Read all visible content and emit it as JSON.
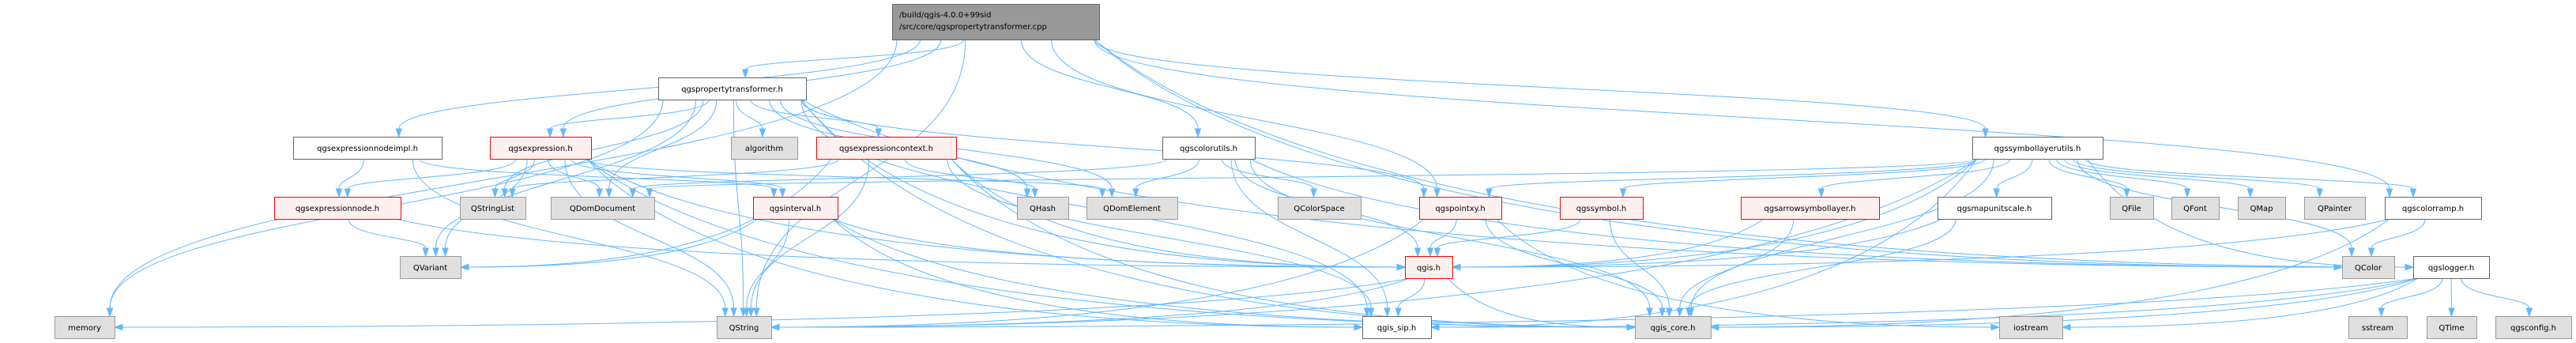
{
  "graph": {
    "type": "include-dependency-graph",
    "edge_color": "#63b8ff",
    "colors": {
      "root_fill": "#999999",
      "root_border": "#666666",
      "internal_fill": "#ffffff",
      "internal_border": "#666666",
      "missing_fill": "#fff0f0",
      "missing_border": "#ff0000",
      "external_fill": "#e0e0e0",
      "external_border": "#999999"
    },
    "nodes": [
      {
        "id": "root",
        "label": [
          "/build/qgis-4.0.0+99sid",
          "/src/core/qgspropertytransformer.cpp"
        ],
        "kind": "root"
      },
      {
        "id": "qgspropertytransformer_h",
        "label": [
          "qgspropertytransformer.h"
        ],
        "kind": "internal"
      },
      {
        "id": "qgsexpressionnodeimpl_h",
        "label": [
          "qgsexpressionnodeimpl.h"
        ],
        "kind": "internal"
      },
      {
        "id": "qgsexpression_h",
        "label": [
          "qgsexpression.h"
        ],
        "kind": "missing"
      },
      {
        "id": "algorithm",
        "label": [
          "algorithm"
        ],
        "kind": "external"
      },
      {
        "id": "qgsexpressioncontext_h",
        "label": [
          "qgsexpressioncontext.h"
        ],
        "kind": "missing"
      },
      {
        "id": "qgscolorutils_h",
        "label": [
          "qgscolorutils.h"
        ],
        "kind": "internal"
      },
      {
        "id": "qgssymbollayerutils_h",
        "label": [
          "qgssymbollayerutils.h"
        ],
        "kind": "internal"
      },
      {
        "id": "qgsexpressionnode_h",
        "label": [
          "qgsexpressionnode.h"
        ],
        "kind": "missing"
      },
      {
        "id": "QStringList",
        "label": [
          "QStringList"
        ],
        "kind": "external"
      },
      {
        "id": "QDomDocument",
        "label": [
          "QDomDocument"
        ],
        "kind": "external"
      },
      {
        "id": "qgsinterval_h",
        "label": [
          "qgsinterval.h"
        ],
        "kind": "missing"
      },
      {
        "id": "QHash",
        "label": [
          "QHash"
        ],
        "kind": "external"
      },
      {
        "id": "QDomElement",
        "label": [
          "QDomElement"
        ],
        "kind": "external"
      },
      {
        "id": "QColorSpace",
        "label": [
          "QColorSpace"
        ],
        "kind": "external"
      },
      {
        "id": "qgspointxy_h",
        "label": [
          "qgspointxy.h"
        ],
        "kind": "missing"
      },
      {
        "id": "qgssymbol_h",
        "label": [
          "qgssymbol.h"
        ],
        "kind": "missing"
      },
      {
        "id": "qgsarrowsymbollayer_h",
        "label": [
          "qgsarrowsymbollayer.h"
        ],
        "kind": "missing"
      },
      {
        "id": "qgsmapunitscale_h",
        "label": [
          "qgsmapunitscale.h"
        ],
        "kind": "internal"
      },
      {
        "id": "QFile",
        "label": [
          "QFile"
        ],
        "kind": "external"
      },
      {
        "id": "QFont",
        "label": [
          "QFont"
        ],
        "kind": "external"
      },
      {
        "id": "QMap",
        "label": [
          "QMap"
        ],
        "kind": "external"
      },
      {
        "id": "QPainter",
        "label": [
          "QPainter"
        ],
        "kind": "external"
      },
      {
        "id": "qgscolorramp_h",
        "label": [
          "qgscolorramp.h"
        ],
        "kind": "internal"
      },
      {
        "id": "QVariant",
        "label": [
          "QVariant"
        ],
        "kind": "external"
      },
      {
        "id": "qgis_h",
        "label": [
          "qgis.h"
        ],
        "kind": "missing"
      },
      {
        "id": "QColor",
        "label": [
          "QColor"
        ],
        "kind": "external"
      },
      {
        "id": "qgslogger_h",
        "label": [
          "qgslogger.h"
        ],
        "kind": "internal"
      },
      {
        "id": "memory",
        "label": [
          "memory"
        ],
        "kind": "external"
      },
      {
        "id": "QString",
        "label": [
          "QString"
        ],
        "kind": "external"
      },
      {
        "id": "qgis_sip_h",
        "label": [
          "qgis_sip.h"
        ],
        "kind": "internal"
      },
      {
        "id": "qgis_core_h",
        "label": [
          "qgis_core.h"
        ],
        "kind": "external"
      },
      {
        "id": "iostream",
        "label": [
          "iostream"
        ],
        "kind": "external"
      },
      {
        "id": "sstream",
        "label": [
          "sstream"
        ],
        "kind": "external"
      },
      {
        "id": "QTime",
        "label": [
          "QTime"
        ],
        "kind": "external"
      },
      {
        "id": "qgsconfig_h",
        "label": [
          "qgsconfig.h"
        ],
        "kind": "external"
      }
    ],
    "edges": [
      [
        "root",
        "qgspropertytransformer_h"
      ],
      [
        "root",
        "qgsexpressionnodeimpl_h"
      ],
      [
        "root",
        "qgsexpression_h"
      ],
      [
        "root",
        "qgscolorutils_h"
      ],
      [
        "root",
        "qgspointxy_h"
      ],
      [
        "root",
        "qgssymbollayerutils_h"
      ],
      [
        "root",
        "qgscolorramp_h"
      ],
      [
        "root",
        "qgslogger_h"
      ],
      [
        "root",
        "QColor"
      ],
      [
        "root",
        "memory"
      ],
      [
        "root",
        "QString"
      ],
      [
        "qgspropertytransformer_h",
        "qgsexpression_h"
      ],
      [
        "qgspropertytransformer_h",
        "algorithm"
      ],
      [
        "qgspropertytransformer_h",
        "qgsexpressioncontext_h"
      ],
      [
        "qgspropertytransformer_h",
        "QStringList"
      ],
      [
        "qgspropertytransformer_h",
        "QDomDocument"
      ],
      [
        "qgspropertytransformer_h",
        "QHash"
      ],
      [
        "qgspropertytransformer_h",
        "QDomElement"
      ],
      [
        "qgspropertytransformer_h",
        "qgspointxy_h"
      ],
      [
        "qgspropertytransformer_h",
        "QVariant"
      ],
      [
        "qgspropertytransformer_h",
        "qgis_h"
      ],
      [
        "qgspropertytransformer_h",
        "QColor"
      ],
      [
        "qgspropertytransformer_h",
        "memory"
      ],
      [
        "qgspropertytransformer_h",
        "QString"
      ],
      [
        "qgspropertytransformer_h",
        "qgis_core_h"
      ],
      [
        "qgspropertytransformer_h",
        "qgis_sip_h"
      ],
      [
        "qgsexpressionnodeimpl_h",
        "qgsexpressionnode_h"
      ],
      [
        "qgsexpressionnodeimpl_h",
        "qgsinterval_h"
      ],
      [
        "qgsexpressionnodeimpl_h",
        "QString"
      ],
      [
        "qgsexpression_h",
        "qgsexpressionnode_h"
      ],
      [
        "qgsexpression_h",
        "QStringList"
      ],
      [
        "qgsexpression_h",
        "QDomDocument"
      ],
      [
        "qgsexpression_h",
        "qgsinterval_h"
      ],
      [
        "qgsexpression_h",
        "QVariant"
      ],
      [
        "qgsexpression_h",
        "qgis_h"
      ],
      [
        "qgsexpression_h",
        "QString"
      ],
      [
        "qgsexpression_h",
        "qgis_core_h"
      ],
      [
        "qgsexpression_h",
        "qgis_sip_h"
      ],
      [
        "qgsexpression_h",
        "QDomElement"
      ],
      [
        "qgsexpressionnode_h",
        "QVariant"
      ],
      [
        "qgsexpressionnode_h",
        "qgis_h"
      ],
      [
        "qgsexpressioncontext_h",
        "QStringList"
      ],
      [
        "qgsexpressioncontext_h",
        "QVariant"
      ],
      [
        "qgsexpressioncontext_h",
        "QHash"
      ],
      [
        "qgsexpressioncontext_h",
        "QString"
      ],
      [
        "qgsexpressioncontext_h",
        "qgis_h"
      ],
      [
        "qgsexpressioncontext_h",
        "qgis_core_h"
      ],
      [
        "qgsexpressioncontext_h",
        "qgis_sip_h"
      ],
      [
        "qgsinterval_h",
        "QVariant"
      ],
      [
        "qgsinterval_h",
        "QString"
      ],
      [
        "qgsinterval_h",
        "qgis_h"
      ],
      [
        "qgsinterval_h",
        "qgis_core_h"
      ],
      [
        "qgsinterval_h",
        "qgis_sip_h"
      ],
      [
        "qgscolorutils_h",
        "QDomDocument"
      ],
      [
        "qgscolorutils_h",
        "QDomElement"
      ],
      [
        "qgscolorutils_h",
        "QColorSpace"
      ],
      [
        "qgscolorutils_h",
        "qgis_h"
      ],
      [
        "qgscolorutils_h",
        "qgis_core_h"
      ],
      [
        "qgscolorutils_h",
        "qgis_sip_h"
      ],
      [
        "qgscolorutils_h",
        "QColor"
      ],
      [
        "qgspointxy_h",
        "qgis_h"
      ],
      [
        "qgspointxy_h",
        "qgis_core_h"
      ],
      [
        "qgspointxy_h",
        "QString"
      ],
      [
        "qgspointxy_h",
        "iostream"
      ],
      [
        "qgssymbollayerutils_h",
        "qgspointxy_h"
      ],
      [
        "qgssymbollayerutils_h",
        "qgssymbol_h"
      ],
      [
        "qgssymbollayerutils_h",
        "qgsarrowsymbollayer_h"
      ],
      [
        "qgssymbollayerutils_h",
        "qgsmapunitscale_h"
      ],
      [
        "qgssymbollayerutils_h",
        "QFile"
      ],
      [
        "qgssymbollayerutils_h",
        "QFont"
      ],
      [
        "qgssymbollayerutils_h",
        "QMap"
      ],
      [
        "qgssymbollayerutils_h",
        "QPainter"
      ],
      [
        "qgssymbollayerutils_h",
        "qgscolorramp_h"
      ],
      [
        "qgssymbollayerutils_h",
        "qgis_h"
      ],
      [
        "qgssymbollayerutils_h",
        "qgis_core_h"
      ],
      [
        "qgssymbollayerutils_h",
        "QColor"
      ],
      [
        "qgssymbollayerutils_h",
        "qgslogger_h"
      ],
      [
        "qgssymbollayerutils_h",
        "QString"
      ],
      [
        "qgssymbollayerutils_h",
        "QDomDocument"
      ],
      [
        "qgssymbollayerutils_h",
        "qgis_sip_h"
      ],
      [
        "qgssymbol_h",
        "qgis_h"
      ],
      [
        "qgssymbol_h",
        "qgis_core_h"
      ],
      [
        "qgsarrowsymbollayer_h",
        "qgis_h"
      ],
      [
        "qgsarrowsymbollayer_h",
        "qgis_core_h"
      ],
      [
        "qgsmapunitscale_h",
        "qgis_h"
      ],
      [
        "qgsmapunitscale_h",
        "qgis_core_h"
      ],
      [
        "qgscolorramp_h",
        "QColor"
      ],
      [
        "qgscolorramp_h",
        "qgis_h"
      ],
      [
        "qgscolorramp_h",
        "qgis_core_h"
      ],
      [
        "qgis_h",
        "qgis_sip_h"
      ],
      [
        "qgis_h",
        "qgis_core_h"
      ],
      [
        "qgis_h",
        "memory"
      ],
      [
        "qgis_h",
        "QString"
      ],
      [
        "qgslogger_h",
        "sstream"
      ],
      [
        "qgslogger_h",
        "QTime"
      ],
      [
        "qgslogger_h",
        "qgsconfig_h"
      ],
      [
        "qgslogger_h",
        "iostream"
      ],
      [
        "qgslogger_h",
        "qgis_core_h"
      ],
      [
        "qgslogger_h",
        "qgis_sip_h"
      ],
      [
        "qgslogger_h",
        "QString"
      ]
    ]
  }
}
